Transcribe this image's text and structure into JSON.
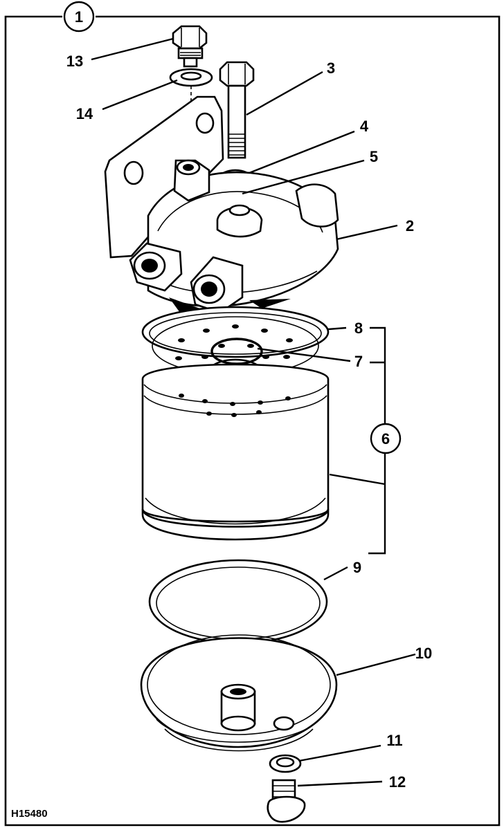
{
  "figure": {
    "reference": "H15480",
    "assembly_callout": "1",
    "group_callout": "6"
  },
  "callouts": [
    {
      "id": "2",
      "text": "2"
    },
    {
      "id": "3",
      "text": "3"
    },
    {
      "id": "4",
      "text": "4"
    },
    {
      "id": "5",
      "text": "5"
    },
    {
      "id": "7",
      "text": "7"
    },
    {
      "id": "8",
      "text": "8"
    },
    {
      "id": "9",
      "text": "9"
    },
    {
      "id": "10",
      "text": "10"
    },
    {
      "id": "11",
      "text": "11"
    },
    {
      "id": "12",
      "text": "12"
    },
    {
      "id": "13",
      "text": "13"
    },
    {
      "id": "14",
      "text": "14"
    }
  ],
  "colors": {
    "ink": "#000000",
    "paper": "#ffffff"
  }
}
